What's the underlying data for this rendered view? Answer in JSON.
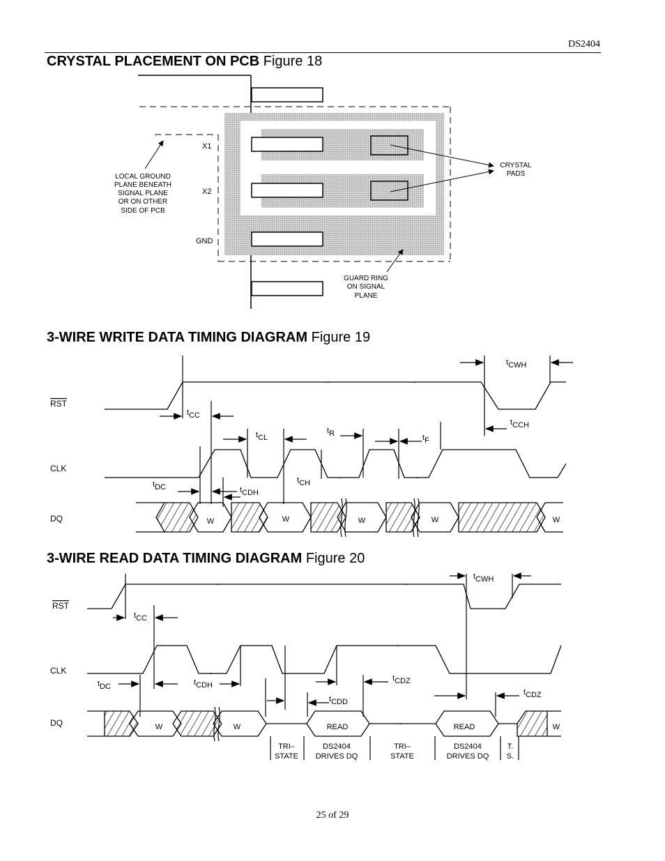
{
  "header": {
    "part_number": "DS2404"
  },
  "figure18": {
    "title_bold": "CRYSTAL PLACEMENT ON PCB",
    "title_fig": "Figure 18",
    "labels": {
      "x1": "X1",
      "x2": "X2",
      "gnd": "GND",
      "local_ground": [
        "LOCAL GROUND",
        "PLANE BENEATH",
        "SIGNAL PLANE",
        "OR ON OTHER",
        "SIDE OF PCB"
      ],
      "crystal_pads": [
        "CRYSTAL",
        "PADS"
      ],
      "guard_ring": [
        "GUARD RING",
        "ON SIGNAL",
        "PLANE"
      ]
    }
  },
  "figure19": {
    "title_bold": "3-WIRE WRITE DATA TIMING DIAGRAM",
    "title_fig": "Figure 19",
    "signals": {
      "rst": "RST",
      "clk": "CLK",
      "dq": "DQ"
    },
    "timing": {
      "tcwh": "CWH",
      "tcc": "CC",
      "tcch": "CCH",
      "tcl": "CL",
      "tr": "R",
      "tf": "F",
      "tdc": "DC",
      "tcdh": "CDH",
      "tch": "CH"
    },
    "data_labels": [
      "W",
      "W",
      "W",
      "W",
      "W"
    ]
  },
  "figure20": {
    "title_bold": "3-WIRE READ DATA TIMING DIAGRAM",
    "title_fig": "Figure 20",
    "signals": {
      "rst": "RST",
      "clk": "CLK",
      "dq": "DQ"
    },
    "timing": {
      "tcwh": "CWH",
      "tcc": "CC",
      "tdc": "DC",
      "tcdh": "CDH",
      "tcdz1": "CDZ",
      "tcdd": "CDD",
      "tcdz2": "CDZ"
    },
    "data_labels": {
      "w1": "W",
      "w2": "W",
      "read1": "READ",
      "read2": "READ",
      "w3": "W"
    },
    "states": {
      "tri1": [
        "TRI–",
        "STATE"
      ],
      "drives1": [
        "DS2404",
        "DRIVES DQ"
      ],
      "tri2": [
        "TRI–",
        "STATE"
      ],
      "drives2": [
        "DS2404",
        "DRIVES DQ"
      ],
      "ts": [
        "T.",
        "S."
      ]
    },
    "prefix_t": "t"
  },
  "footer": {
    "page": "25 of 29"
  }
}
